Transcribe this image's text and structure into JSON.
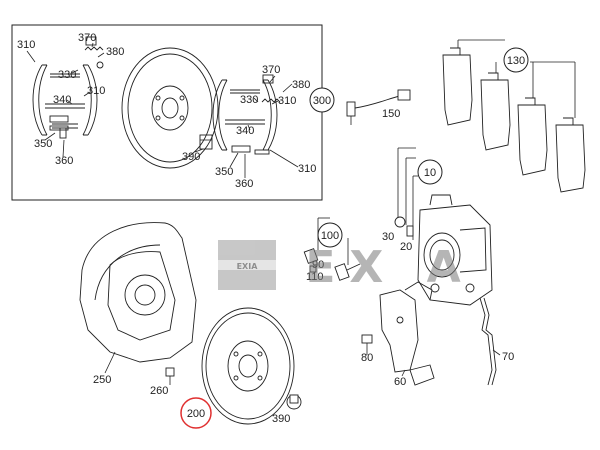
{
  "watermark": {
    "brand": "EXIA",
    "wordmark": "EX A"
  },
  "highlight_color": "#e03030",
  "callouts": {
    "c310a": "310",
    "c370a": "370",
    "c380a": "380",
    "c330a": "330",
    "c340a": "340",
    "c310b": "310",
    "c350a": "350",
    "c360a": "360",
    "c390a": "390",
    "c370b": "370",
    "c380b": "380",
    "c330b": "330",
    "c310c": "310",
    "c340b": "340",
    "c350b": "350",
    "c360b": "360",
    "c310d": "310",
    "c300": "300",
    "c150": "150",
    "c130": "130",
    "c10": "10",
    "c30": "30",
    "c20": "20",
    "c100": "100",
    "c110": "110",
    "c90": "90",
    "c80": "80",
    "c60": "60",
    "c70": "70",
    "c250": "250",
    "c260": "260",
    "c200": "200",
    "c390b": "390"
  }
}
